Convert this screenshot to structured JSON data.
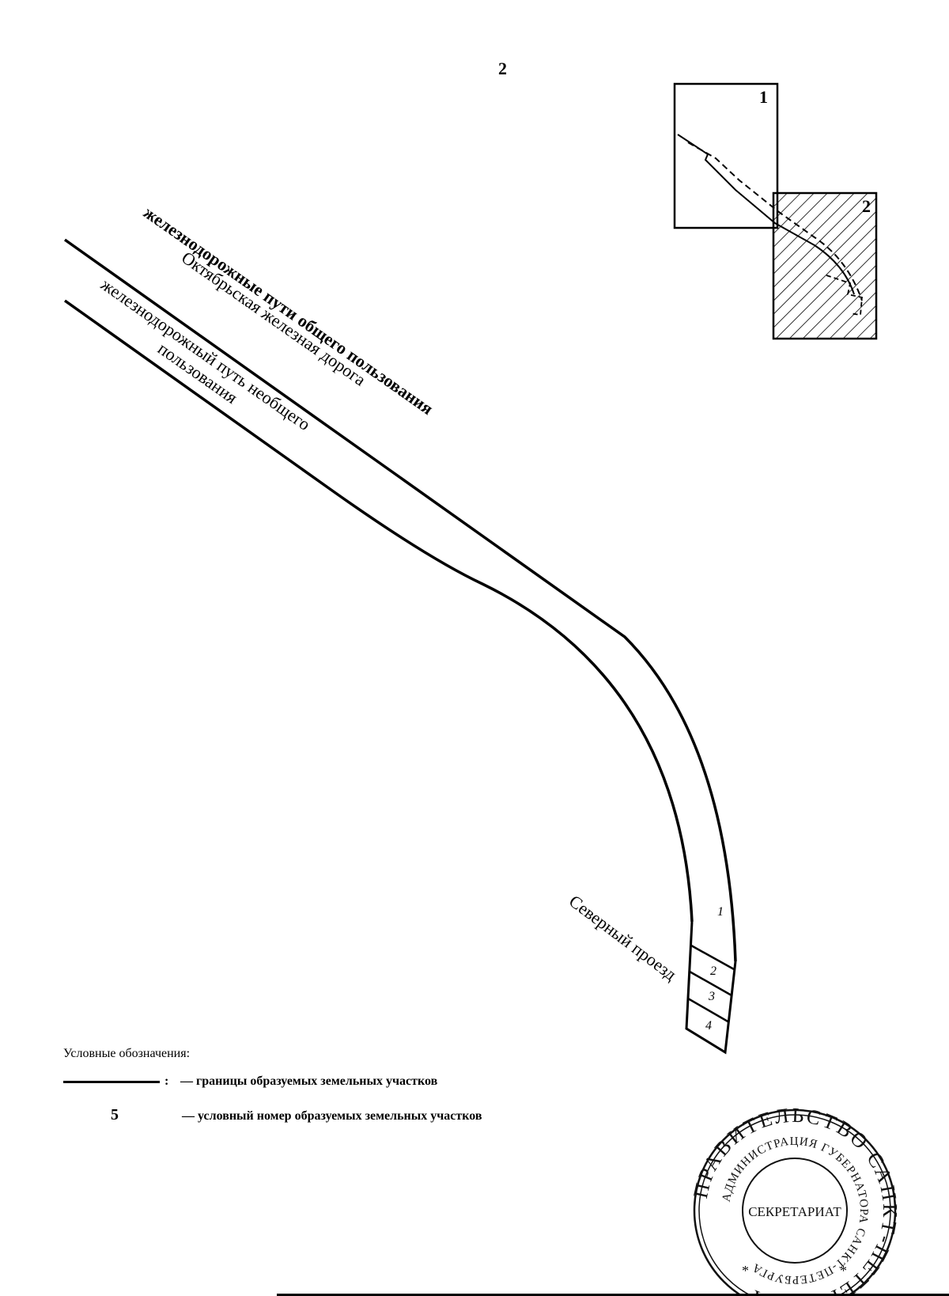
{
  "page_number": "2",
  "inset": {
    "sheet_1_label": "1",
    "sheet_2_label": "2"
  },
  "map_labels": {
    "railway_public": "железнодорожные пути общего пользования",
    "railway_name": "Октябрьская железная дорога",
    "railway_private_line1": "железнодорожный путь необщего",
    "railway_private_line2": "пользования",
    "street": "Северный проезд"
  },
  "parcels": [
    "1",
    "2",
    "3",
    "4"
  ],
  "legend": {
    "title": "Условные обозначения:",
    "items": [
      {
        "symbol": ":",
        "text": "— границы образуемых земельных участков"
      },
      {
        "symbol": "5",
        "text": "— условный номер образуемых земельных участков"
      }
    ]
  },
  "stamp": {
    "outer_text": "ПРАВИТЕЛЬСТВО САНКТ-ПЕТЕРБУРГА",
    "inner_text": "АДМИНИСТРАЦИЯ ГУБЕРНАТОРА САНКТ-ПЕТЕРБУРГА",
    "center_text": "СЕКРЕТАРИАТ",
    "stars": "*"
  },
  "colors": {
    "ink": "#000000",
    "stamp": "#111111",
    "paper": "#ffffff"
  }
}
